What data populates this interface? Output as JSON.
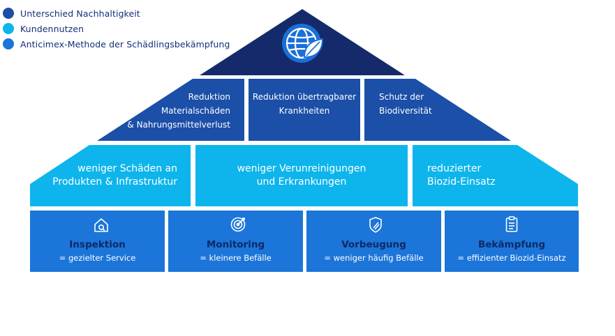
{
  "colors": {
    "dark_navy": "#142a6a",
    "medium_blue": "#1b4fa8",
    "light_blue": "#0eb5ec",
    "base_blue": "#1c75d9",
    "title_text": "#0d2a66",
    "legend_text": "#132f78"
  },
  "legend": [
    {
      "label": "Unterschied Nachhaltigkeit",
      "color": "#1b4fa8"
    },
    {
      "label": "Kundennutzen",
      "color": "#0eb5ec"
    },
    {
      "label": "Anticimex-Methode der Schädlingsbekämpfung",
      "color": "#1c75d9"
    }
  ],
  "roof": {
    "icon": "globe-leaf-icon"
  },
  "sustainability": [
    {
      "lines": [
        "Reduktion",
        "Materialschäden",
        "& Nahrungsmittelverlust"
      ]
    },
    {
      "lines": [
        "Reduktion übertragbarer",
        "Krankheiten"
      ]
    },
    {
      "lines": [
        "Schutz der",
        "Biodiversität"
      ]
    }
  ],
  "benefits": [
    {
      "lines": [
        "weniger Schäden an",
        "Produkten & Infrastruktur"
      ]
    },
    {
      "lines": [
        "weniger Verunreinigungen",
        "und Erkrankungen"
      ]
    },
    {
      "lines": [
        "reduzierter",
        "Biozid-Einsatz"
      ]
    }
  ],
  "methods": [
    {
      "title": "Inspektion",
      "subtitle": "= gezielter Service",
      "icon": "house-search-icon"
    },
    {
      "title": "Monitoring",
      "subtitle": "= kleinere Befälle",
      "icon": "target-icon"
    },
    {
      "title": "Vorbeugung",
      "subtitle": "= weniger häufig Befälle",
      "icon": "shield-icon"
    },
    {
      "title": "Bekämpfung",
      "subtitle": "= effizienter Biozid-Einsatz",
      "icon": "clipboard-icon"
    }
  ]
}
